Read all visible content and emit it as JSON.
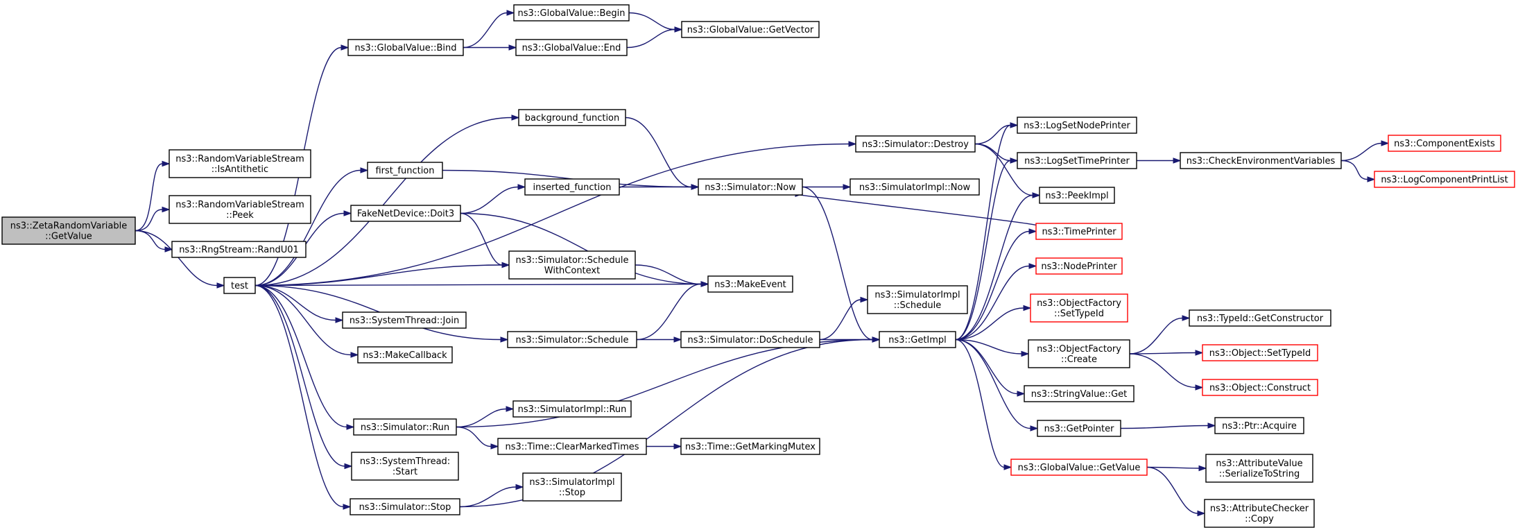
{
  "graph": {
    "nodes": [
      {
        "id": "root",
        "lines": [
          "ns3::ZetaRandomVariable",
          "::GetValue"
        ],
        "style": "root"
      },
      {
        "id": "isanti",
        "lines": [
          "ns3::RandomVariableStream",
          "::IsAntithetic"
        ]
      },
      {
        "id": "peek",
        "lines": [
          "ns3::RandomVariableStream",
          "::Peek"
        ]
      },
      {
        "id": "randu01",
        "lines": [
          "ns3::RngStream::RandU01"
        ]
      },
      {
        "id": "test",
        "lines": [
          "test"
        ]
      },
      {
        "id": "gvbind",
        "lines": [
          "ns3::GlobalValue::Bind"
        ]
      },
      {
        "id": "gvbegin",
        "lines": [
          "ns3::GlobalValue::Begin"
        ]
      },
      {
        "id": "gvend",
        "lines": [
          "ns3::GlobalValue::End"
        ]
      },
      {
        "id": "gvgetvector",
        "lines": [
          "ns3::GlobalValue::GetVector"
        ]
      },
      {
        "id": "bgfunc",
        "lines": [
          "background_function"
        ]
      },
      {
        "id": "firstfunc",
        "lines": [
          "first_function"
        ]
      },
      {
        "id": "insertedfunc",
        "lines": [
          "inserted_function"
        ]
      },
      {
        "id": "fakedoit3",
        "lines": [
          "FakeNetDevice::Doit3"
        ]
      },
      {
        "id": "schedwctx",
        "lines": [
          "ns3::Simulator::Schedule",
          "WithContext"
        ]
      },
      {
        "id": "systhreadjoin",
        "lines": [
          "ns3::SystemThread::Join"
        ]
      },
      {
        "id": "makecallback",
        "lines": [
          "ns3::MakeCallback"
        ]
      },
      {
        "id": "simschedule",
        "lines": [
          "ns3::Simulator::Schedule"
        ]
      },
      {
        "id": "simrun",
        "lines": [
          "ns3::Simulator::Run"
        ]
      },
      {
        "id": "systhreadstart",
        "lines": [
          "ns3::SystemThread:",
          ":Start"
        ]
      },
      {
        "id": "simstop",
        "lines": [
          "ns3::Simulator::Stop"
        ]
      },
      {
        "id": "simnow",
        "lines": [
          "ns3::Simulator::Now"
        ]
      },
      {
        "id": "makeevent",
        "lines": [
          "ns3::MakeEvent"
        ]
      },
      {
        "id": "simdoschedule",
        "lines": [
          "ns3::Simulator::DoSchedule"
        ]
      },
      {
        "id": "simimplrun",
        "lines": [
          "ns3::SimulatorImpl::Run"
        ]
      },
      {
        "id": "clearmarked",
        "lines": [
          "ns3::Time::ClearMarkedTimes"
        ]
      },
      {
        "id": "simimplstop",
        "lines": [
          "ns3::SimulatorImpl",
          "::Stop"
        ]
      },
      {
        "id": "simdestroy",
        "lines": [
          "ns3::Simulator::Destroy"
        ]
      },
      {
        "id": "simimplnow",
        "lines": [
          "ns3::SimulatorImpl::Now"
        ]
      },
      {
        "id": "simimplschedule",
        "lines": [
          "ns3::SimulatorImpl",
          "::Schedule"
        ]
      },
      {
        "id": "getimpl",
        "lines": [
          "ns3::GetImpl"
        ]
      },
      {
        "id": "getmarkingmutex",
        "lines": [
          "ns3::Time::GetMarkingMutex"
        ]
      },
      {
        "id": "logsetnodeprinter",
        "lines": [
          "ns3::LogSetNodePrinter"
        ]
      },
      {
        "id": "logsettimeprinter",
        "lines": [
          "ns3::LogSetTimePrinter"
        ]
      },
      {
        "id": "peekimpl",
        "lines": [
          "ns3::PeekImpl"
        ]
      },
      {
        "id": "timeprinter",
        "lines": [
          "ns3::TimePrinter"
        ],
        "style": "trunc"
      },
      {
        "id": "nodeprinter",
        "lines": [
          "ns3::NodePrinter"
        ],
        "style": "trunc"
      },
      {
        "id": "ofsettypeid",
        "lines": [
          "ns3::ObjectFactory",
          "::SetTypeId"
        ],
        "style": "trunc"
      },
      {
        "id": "ofcreate",
        "lines": [
          "ns3::ObjectFactory",
          "::Create"
        ]
      },
      {
        "id": "stringvalueget",
        "lines": [
          "ns3::StringValue::Get"
        ]
      },
      {
        "id": "getpointer",
        "lines": [
          "ns3::GetPointer"
        ]
      },
      {
        "id": "gvgetvalue",
        "lines": [
          "ns3::GlobalValue::GetValue"
        ],
        "style": "trunc"
      },
      {
        "id": "checkenv",
        "lines": [
          "ns3::CheckEnvironmentVariables"
        ]
      },
      {
        "id": "compexists",
        "lines": [
          "ns3::ComponentExists"
        ],
        "style": "trunc"
      },
      {
        "id": "logcompprint",
        "lines": [
          "ns3::LogComponentPrintList"
        ],
        "style": "trunc"
      },
      {
        "id": "typeidgetctor",
        "lines": [
          "ns3::TypeId::GetConstructor"
        ]
      },
      {
        "id": "objsettypeid",
        "lines": [
          "ns3::Object::SetTypeId"
        ],
        "style": "trunc"
      },
      {
        "id": "objconstruct",
        "lines": [
          "ns3::Object::Construct"
        ],
        "style": "trunc"
      },
      {
        "id": "ptracquire",
        "lines": [
          "ns3::Ptr::Acquire"
        ]
      },
      {
        "id": "avserialize",
        "lines": [
          "ns3::AttributeValue",
          "::SerializeToString"
        ]
      },
      {
        "id": "accopy",
        "lines": [
          "ns3::AttributeChecker",
          "::Copy"
        ]
      }
    ],
    "edges": [
      [
        "root",
        "isanti"
      ],
      [
        "root",
        "peek"
      ],
      [
        "root",
        "randu01"
      ],
      [
        "root",
        "test"
      ],
      [
        "test",
        "gvbind"
      ],
      [
        "test",
        "bgfunc"
      ],
      [
        "test",
        "firstfunc"
      ],
      [
        "test",
        "fakedoit3"
      ],
      [
        "test",
        "schedwctx"
      ],
      [
        "test",
        "makeevent"
      ],
      [
        "test",
        "systhreadjoin"
      ],
      [
        "test",
        "makecallback"
      ],
      [
        "test",
        "simschedule"
      ],
      [
        "test",
        "simrun"
      ],
      [
        "test",
        "systhreadstart"
      ],
      [
        "test",
        "simstop"
      ],
      [
        "test",
        "simdestroy"
      ],
      [
        "gvbind",
        "gvbegin"
      ],
      [
        "gvbind",
        "gvend"
      ],
      [
        "gvbegin",
        "gvgetvector"
      ],
      [
        "gvend",
        "gvgetvector"
      ],
      [
        "bgfunc",
        "simnow"
      ],
      [
        "firstfunc",
        "simnow"
      ],
      [
        "insertedfunc",
        "simnow"
      ],
      [
        "fakedoit3",
        "insertedfunc"
      ],
      [
        "fakedoit3",
        "schedwctx"
      ],
      [
        "fakedoit3",
        "makeevent"
      ],
      [
        "schedwctx",
        "makeevent"
      ],
      [
        "simschedule",
        "makeevent"
      ],
      [
        "simschedule",
        "simdoschedule"
      ],
      [
        "simrun",
        "getimpl"
      ],
      [
        "simrun",
        "simimplrun"
      ],
      [
        "simrun",
        "clearmarked"
      ],
      [
        "simstop",
        "simimplstop"
      ],
      [
        "simstop",
        "getimpl"
      ],
      [
        "clearmarked",
        "getmarkingmutex"
      ],
      [
        "simnow",
        "simimplnow"
      ],
      [
        "simnow",
        "getimpl"
      ],
      [
        "simdoschedule",
        "simimplschedule"
      ],
      [
        "simdoschedule",
        "getimpl"
      ],
      [
        "simdestroy",
        "logsetnodeprinter"
      ],
      [
        "simdestroy",
        "logsettimeprinter"
      ],
      [
        "simdestroy",
        "peekimpl"
      ],
      [
        "timeprinter",
        "simnow"
      ],
      [
        "getimpl",
        "logsetnodeprinter"
      ],
      [
        "getimpl",
        "logsettimeprinter"
      ],
      [
        "getimpl",
        "peekimpl"
      ],
      [
        "getimpl",
        "timeprinter"
      ],
      [
        "getimpl",
        "nodeprinter"
      ],
      [
        "getimpl",
        "ofsettypeid"
      ],
      [
        "getimpl",
        "ofcreate"
      ],
      [
        "getimpl",
        "stringvalueget"
      ],
      [
        "getimpl",
        "getpointer"
      ],
      [
        "getimpl",
        "gvgetvalue"
      ],
      [
        "logsettimeprinter",
        "checkenv"
      ],
      [
        "checkenv",
        "compexists"
      ],
      [
        "checkenv",
        "logcompprint"
      ],
      [
        "ofcreate",
        "typeidgetctor"
      ],
      [
        "ofcreate",
        "objsettypeid"
      ],
      [
        "ofcreate",
        "objconstruct"
      ],
      [
        "getpointer",
        "ptracquire"
      ],
      [
        "gvgetvalue",
        "avserialize"
      ],
      [
        "gvgetvalue",
        "accopy"
      ]
    ]
  },
  "colors": {
    "edge": "#191970",
    "node_border": "#000000",
    "root_fill": "#bfbfbf",
    "truncated_border": "#ff0000"
  }
}
